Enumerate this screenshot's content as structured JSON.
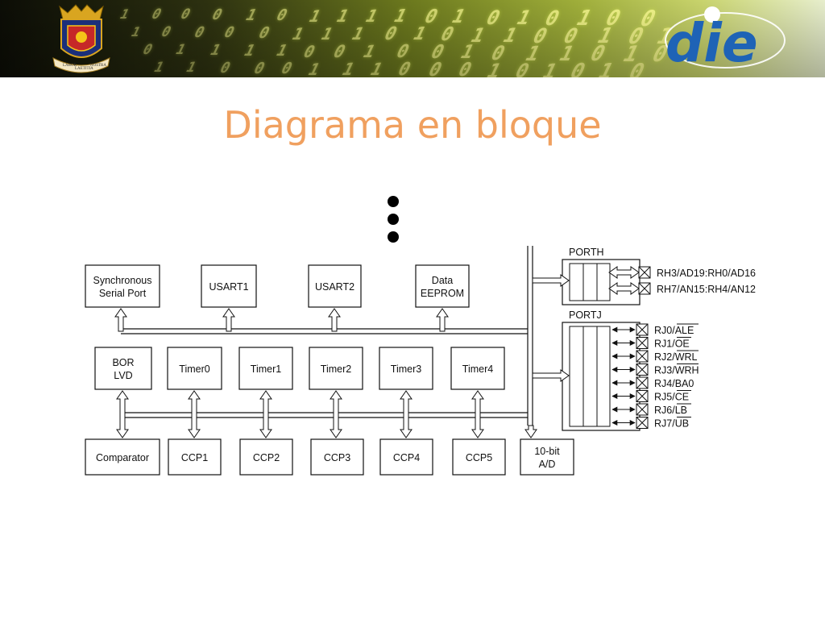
{
  "header": {
    "crest_labels": [
      "LABOR",
      "LAETITIA",
      "NOSTRA"
    ],
    "brand_logo_text": "die"
  },
  "slide": {
    "title": "Diagrama en bloque"
  },
  "diagram": {
    "porth": {
      "label": "PORTH",
      "pins": [
        "RH3/AD19:RH0/AD16",
        "RH7/AN15:RH4/AN12"
      ]
    },
    "portj": {
      "label": "PORTJ",
      "pins": [
        {
          "name": "RJ0/",
          "bar": "ALE"
        },
        {
          "name": "RJ1/",
          "bar": "OE"
        },
        {
          "name": "RJ2/",
          "bar": "WRL"
        },
        {
          "name": "RJ3/",
          "bar": "WRH"
        },
        {
          "name": "RJ4/",
          "bar": "BA0"
        },
        {
          "name": "RJ5/",
          "bar": "CE"
        },
        {
          "name": "RJ6/",
          "bar": "LB"
        },
        {
          "name": "RJ7/",
          "bar": "UB"
        }
      ]
    },
    "top_modules": [
      {
        "line1": "Synchronous",
        "line2": "Serial Port"
      },
      {
        "line1": "USART1",
        "line2": ""
      },
      {
        "line1": "USART2",
        "line2": ""
      },
      {
        "line1": "Data",
        "line2": "EEPROM"
      }
    ],
    "timers": [
      {
        "line1": "BOR",
        "line2": "LVD"
      },
      {
        "line1": "Timer0",
        "line2": ""
      },
      {
        "line1": "Timer1",
        "line2": ""
      },
      {
        "line1": "Timer2",
        "line2": ""
      },
      {
        "line1": "Timer3",
        "line2": ""
      },
      {
        "line1": "Timer4",
        "line2": ""
      }
    ],
    "bottom_modules": [
      {
        "line1": "Comparator",
        "line2": ""
      },
      {
        "line1": "CCP1",
        "line2": ""
      },
      {
        "line1": "CCP2",
        "line2": ""
      },
      {
        "line1": "CCP3",
        "line2": ""
      },
      {
        "line1": "CCP4",
        "line2": ""
      },
      {
        "line1": "CCP5",
        "line2": ""
      },
      {
        "line1": "10-bit",
        "line2": "A/D"
      }
    ]
  }
}
